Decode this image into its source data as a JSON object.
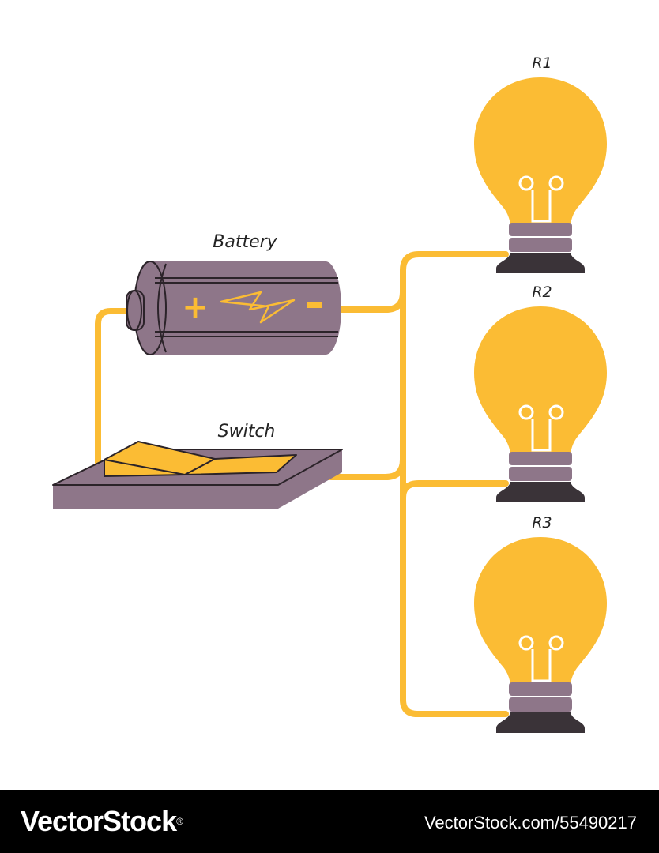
{
  "diagram": {
    "labels": {
      "battery": "Battery",
      "switch": "Switch",
      "bulb_1": "R1",
      "bulb_2": "R2",
      "bulb_3": "R3"
    },
    "battery_symbols": {
      "positive": "+",
      "negative": "-"
    },
    "colors": {
      "wire": "#FBBC34",
      "bulb_glass": "#FBBC34",
      "component_body": "#8E7689",
      "bulb_base": "#3A3338",
      "outline": "#2B2329",
      "filament": "#FFFFFF"
    }
  },
  "footer": {
    "brand": "VectorStock",
    "registered_mark": "®",
    "stock_id": "VectorStock.com/55490217"
  }
}
